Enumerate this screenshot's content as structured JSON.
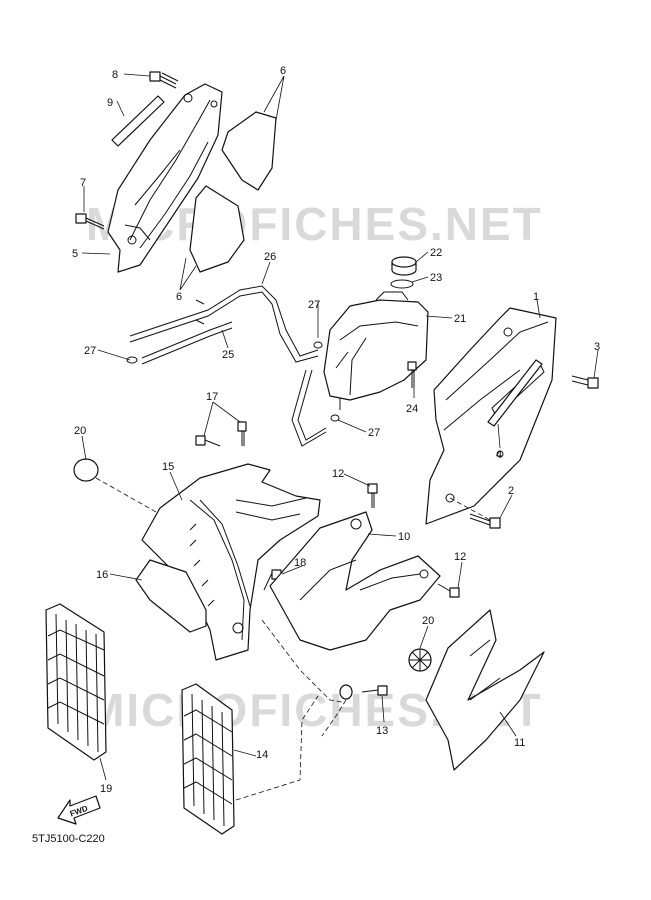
{
  "watermark": {
    "top": "MICROFICHES.NET",
    "bottom": "MICROFICHES.NET"
  },
  "diagram_code": "5TJ5100-C220",
  "fwd_label": "FWD",
  "callouts": {
    "n1": "1",
    "n2": "2",
    "n3": "3",
    "n4": "4",
    "n5": "5",
    "n6a": "6",
    "n6b": "6",
    "n7": "7",
    "n8": "8",
    "n9": "9",
    "n10": "10",
    "n11": "11",
    "n12a": "12",
    "n12b": "12",
    "n13": "13",
    "n14": "14",
    "n15": "15",
    "n16": "16",
    "n17": "17",
    "n18": "18",
    "n19": "19",
    "n20a": "20",
    "n20b": "20",
    "n21": "21",
    "n22": "22",
    "n23": "23",
    "n24": "24",
    "n25": "25",
    "n26": "26",
    "n27a": "27",
    "n27b": "27",
    "n27c": "27"
  }
}
